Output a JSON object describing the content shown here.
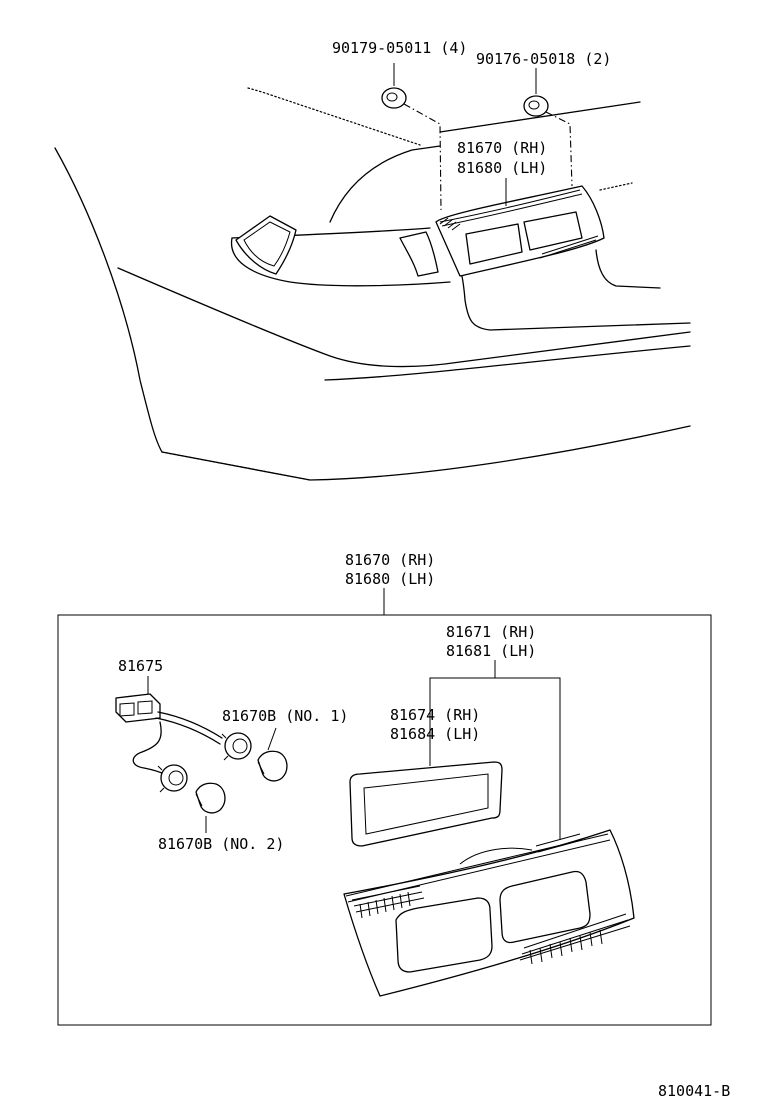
{
  "labels": {
    "clip_a": "90179-05011 (4)",
    "clip_b": "90176-05018 (2)",
    "lamp_top_rh": "81670 (RH)",
    "lamp_top_lh": "81680 (LH)",
    "box_title_rh": "81670 (RH)",
    "box_title_lh": "81680 (LH)",
    "body_rh": "81671 (RH)",
    "body_lh": "81681 (LH)",
    "lens_rh": "81674 (RH)",
    "lens_lh": "81684 (LH)",
    "socket_wire": "81675",
    "bulb_no1": "81670B (NO. 1)",
    "bulb_no2": "81670B (NO. 2)",
    "diagram_code": "810041-B"
  }
}
